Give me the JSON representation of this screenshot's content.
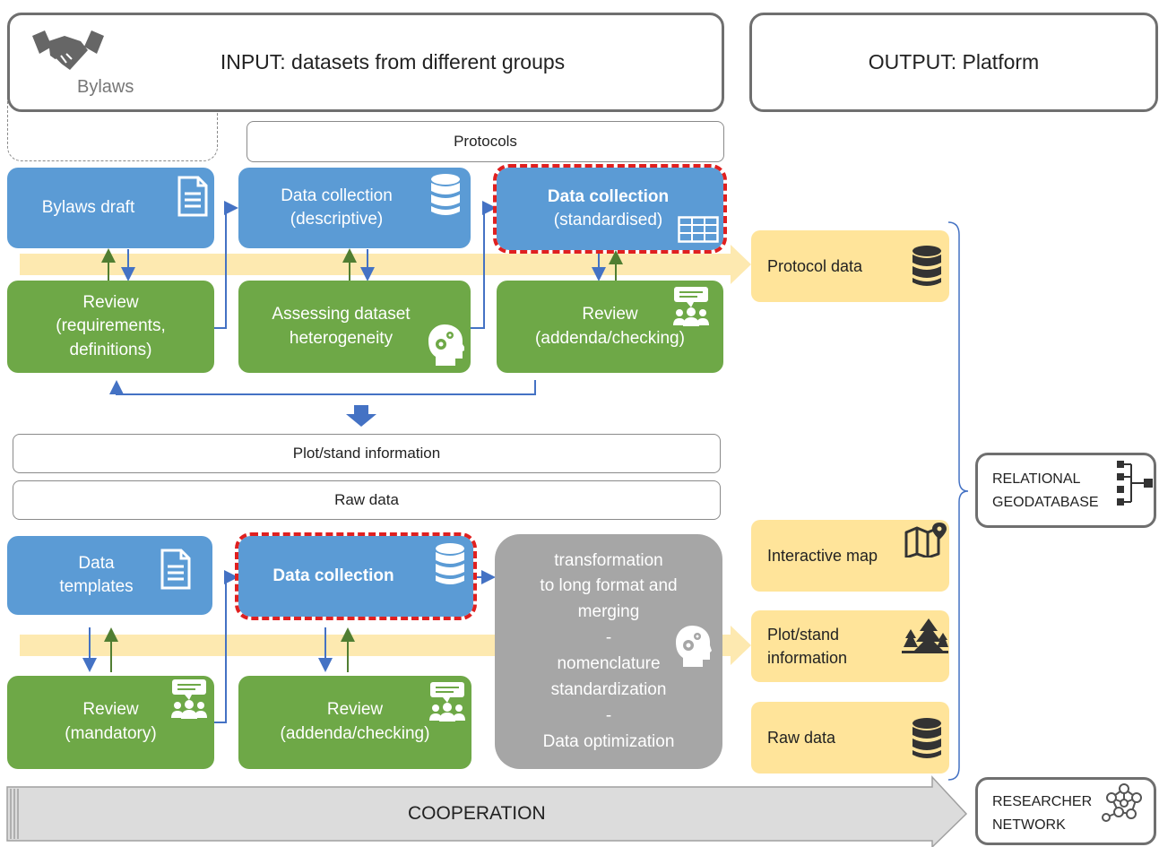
{
  "header": {
    "bylaws_label": "Bylaws",
    "input_title": "INPUT: datasets from different groups",
    "output_title": "OUTPUT: Platform"
  },
  "bars": {
    "protocols": "Protocols",
    "plot_stand": "Plot/stand information",
    "raw_data": "Raw data"
  },
  "top_row": {
    "bylaws_draft": "Bylaws draft",
    "data_collection_descriptive": [
      "Data collection",
      "(descriptive)"
    ],
    "data_collection_standardised": [
      "Data collection",
      "(standardised)"
    ],
    "review_requirements": [
      "Review",
      "(requirements,",
      "definitions)"
    ],
    "assessing_heterogeneity": [
      "Assessing dataset",
      "heterogeneity"
    ],
    "review_addenda_top": [
      "Review",
      "(addenda/checking)"
    ]
  },
  "bottom_row": {
    "data_templates": [
      "Data",
      "templates"
    ],
    "data_collection": "Data collection",
    "transformation": [
      "transformation",
      "to long format and",
      "merging",
      "-",
      "nomenclature",
      "standardization",
      "-",
      "Data optimization"
    ],
    "review_mandatory": [
      "Review",
      "(mandatory)"
    ],
    "review_addenda_bottom": [
      "Review",
      "(addenda/checking)"
    ]
  },
  "outputs": {
    "protocol_data": "Protocol data",
    "interactive_map": "Interactive map",
    "plot_stand_info": [
      "Plot/stand",
      "information"
    ],
    "raw_data": "Raw data"
  },
  "right": {
    "relational_geodatabase": [
      "RELATIONAL",
      "GEODATABASE"
    ],
    "researcher_network": [
      "RESEARCHER",
      "NETWORK"
    ]
  },
  "footer": {
    "cooperation": "COOPERATION"
  },
  "colors": {
    "blue_box": "#5b9bd5",
    "green_box": "#6ea847",
    "gray_box": "#a6a6a6",
    "yellow": "#ffe49a",
    "flow_arrow": "#fde9b0",
    "red_dash": "#e02020"
  }
}
